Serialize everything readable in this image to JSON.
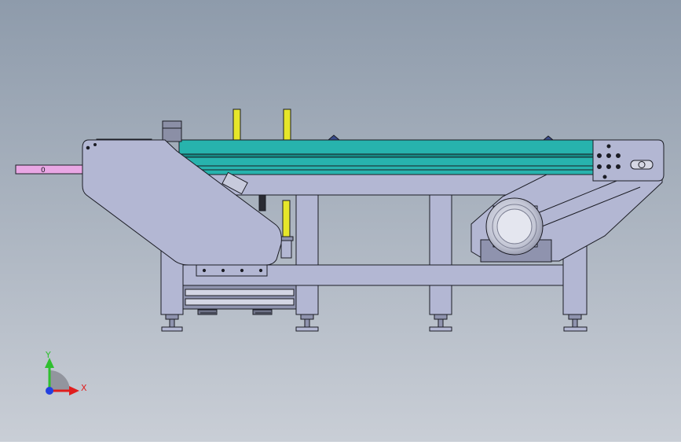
{
  "viewport": {
    "background_top": "#8e9bab",
    "background_bottom": "#c9ced6"
  },
  "model": {
    "name": "belt-conveyor-side-view",
    "colors": {
      "frame": "#b3b7d3",
      "frame_dark": "#8f93ae",
      "belt": "#27b3ad",
      "belt_dark": "#168a84",
      "pusher_bar": "#e9a7e4",
      "guide_post": "#e6e62a",
      "motor": "#c9ccd9",
      "outline": "#1b1c24"
    },
    "pusher_label": "0"
  },
  "triad": {
    "y_label": "Y",
    "x_label": "X",
    "y_color": "#2fbf2f",
    "x_color": "#e01e1e",
    "z_color": "#2340e0"
  }
}
